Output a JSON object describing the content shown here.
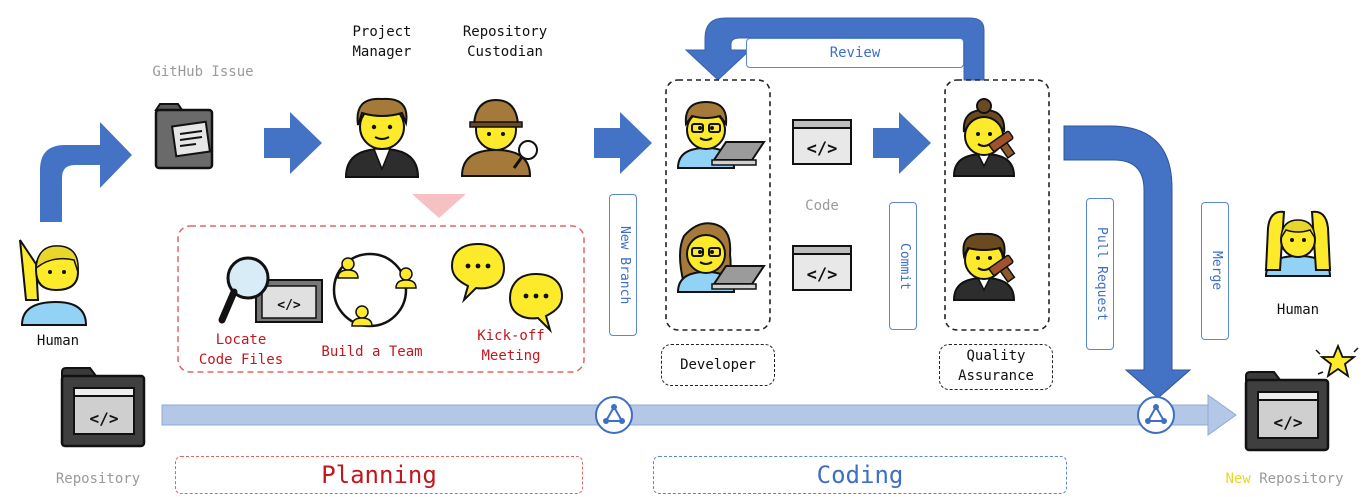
{
  "nodes": {
    "human_left": "Human",
    "github_issue": "GitHub Issue",
    "project_manager": "Project\nManager",
    "repository_custodian": "Repository\nCustodian",
    "locate_code_files": "Locate\nCode Files",
    "build_a_team": "Build a Team",
    "kickoff_meeting": "Kick-off\nMeeting",
    "repository": "Repository",
    "developer": "Developer",
    "code": "Code",
    "quality_assurance": "Quality\nAssurance",
    "human_right": "Human",
    "new_repository_prefix": "New",
    "new_repository_suffix": "Repository"
  },
  "edges": {
    "review": "Review",
    "new_branch": "New Branch",
    "commit": "Commit",
    "pull_request": "Pull Request",
    "merge": "Merge"
  },
  "phases": {
    "planning": "Planning",
    "coding": "Coding"
  },
  "colors": {
    "arrow_blue": "#4472c4",
    "timeline_blue": "#b4c7e7",
    "planning_red": "#c0181e",
    "coding_blue": "#3d6fc6",
    "emoji_yellow": "#fcea2b"
  },
  "icons": [
    "waving-person-icon",
    "folder-icon",
    "manager-icon",
    "detective-icon",
    "magnifier-icon",
    "team-icon",
    "speech-bubble-icon",
    "developer-icon",
    "code-window-icon",
    "judge-icon",
    "merge-node-icon",
    "star-icon",
    "raising-hands-person-icon"
  ]
}
